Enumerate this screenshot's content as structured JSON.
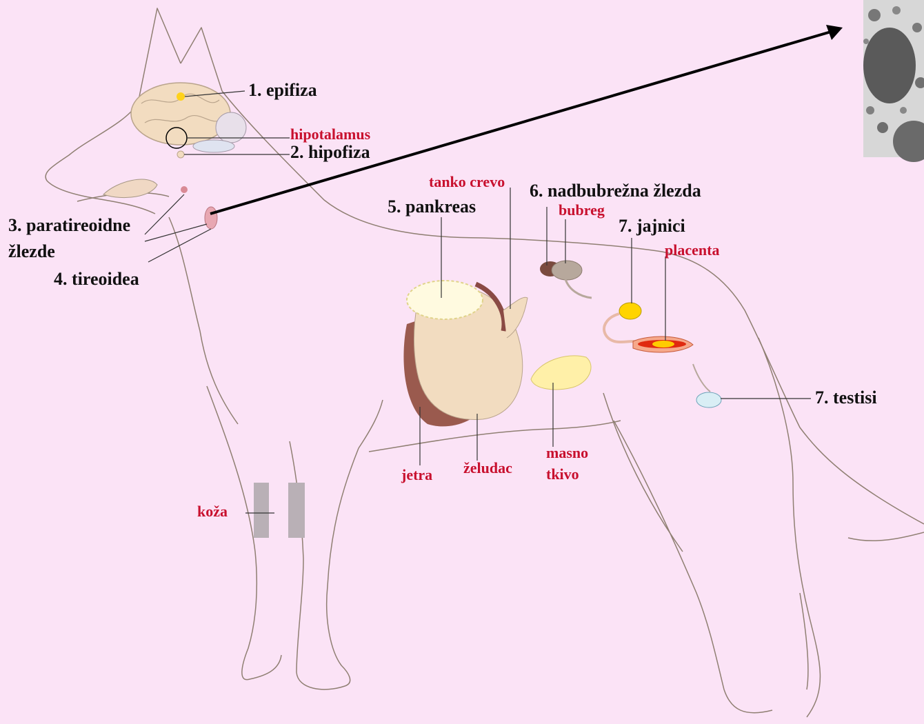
{
  "colors": {
    "background": "#fbe3f6",
    "outline": "#8f7f72",
    "gland_label": "#111111",
    "organ_label": "#c8102e",
    "pointer_arrow": "#000000"
  },
  "labels": {
    "epifiza": "1. epifiza",
    "hipotalamus": "hipotalamus",
    "hipofiza": "2. hipofiza",
    "paratireoidne_line1": "3. paratireoidne",
    "paratireoidne_line2": "žlezde",
    "tireoidea": "4. tireoidea",
    "tanko_crevo": "tanko crevo",
    "pankreas": "5. pankreas",
    "nadbubrezna": "6. nadbubrežna žlezda",
    "bubreg": "bubreg",
    "jajnici": "7. jajnici",
    "placenta": "placenta",
    "testisi": "7. testisi",
    "jetra": "jetra",
    "zeludac": "želudac",
    "masno_line1": "masno",
    "masno_line2": "tkivo",
    "koza": "koža"
  },
  "icons": {
    "micrograph_inset": "histology-micrograph-icon",
    "pointer": "arrow-icon"
  }
}
